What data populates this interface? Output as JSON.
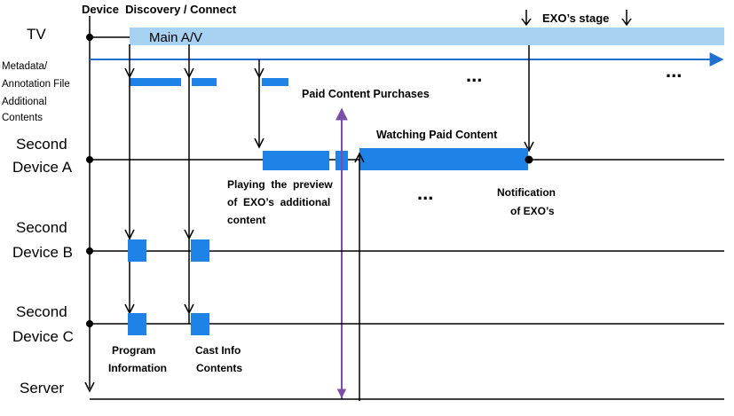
{
  "labels": {
    "device_discovery": "Device  Discovery / Connect",
    "exo_stage": "EXO’s stage",
    "main_av": "Main A/V",
    "paid_purchases": "Paid Content Purchases",
    "watching_paid": "Watching Paid Content",
    "preview_line1": "Playing  the  preview",
    "preview_line2": "of  EXO’s  additional",
    "preview_line3": "content",
    "notification_line1": "Notification",
    "notification_line2": "of EXO’s",
    "program_line1": "Program",
    "program_line2": "Information",
    "cast_line1": "Cast Info",
    "cast_line2": "Contents",
    "ellipsis": "..."
  },
  "lanes": {
    "tv": "TV",
    "metadata_line1": "Metadata/",
    "metadata_line2": "Annotation File",
    "metadata_line3": "Additional",
    "metadata_line4": "Contents",
    "second_a_line1": "Second",
    "second_a_line2": "Device A",
    "second_b_line1": "Second",
    "second_b_line2": "Device B",
    "second_c_line1": "Second",
    "second_c_line2": "Device C",
    "server": "Server"
  },
  "colors": {
    "main_bar": "#a8d2f2",
    "block": "#1e82e6",
    "timeline_arrow": "#1e6fd0",
    "purchase_arrow": "#7b4fa8",
    "line": "#000000"
  }
}
